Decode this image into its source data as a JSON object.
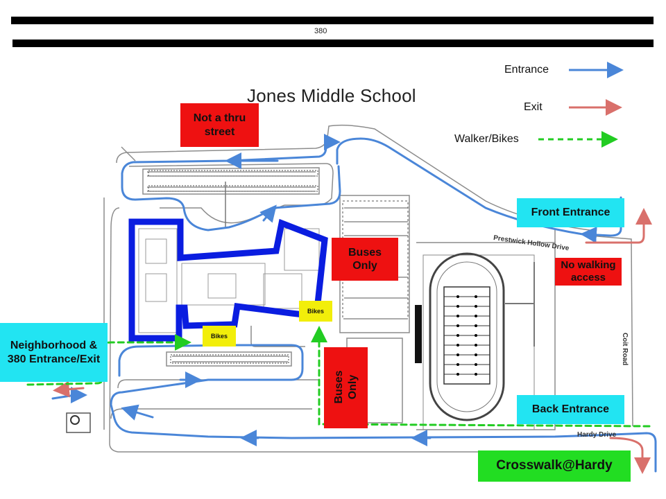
{
  "highway": {
    "label": "380"
  },
  "school_name": "Jones Middle School",
  "legend": {
    "entrance": {
      "label": "Entrance",
      "color": "#4a86d8"
    },
    "exit": {
      "label": "Exit",
      "color": "#d9706b"
    },
    "walker": {
      "label": "Walker/Bikes",
      "color": "#22cc22"
    }
  },
  "labels": {
    "not_thru": "Not a thru street",
    "front_entrance": "Front Entrance",
    "buses_only_1": "Buses Only",
    "buses_only_2": "Buses Only",
    "no_walking": "No walking access",
    "neighborhood": "Neighborhood & 380 Entrance/Exit",
    "back_entrance": "Back Entrance",
    "crosswalk": "Crosswalk@Hardy",
    "bikes_1": "Bikes",
    "bikes_2": "Bikes"
  },
  "streets": {
    "prestwick": "Prestwick Hollow Drive",
    "coit": "Coit Road",
    "hardy": "Hardy Drive"
  },
  "colors": {
    "building_outline": "#0a1de0",
    "red_box": "#ee1111",
    "cyan_box": "#22e4f2",
    "green_box": "#22dd22",
    "yellow_box": "#f2ee0a"
  }
}
